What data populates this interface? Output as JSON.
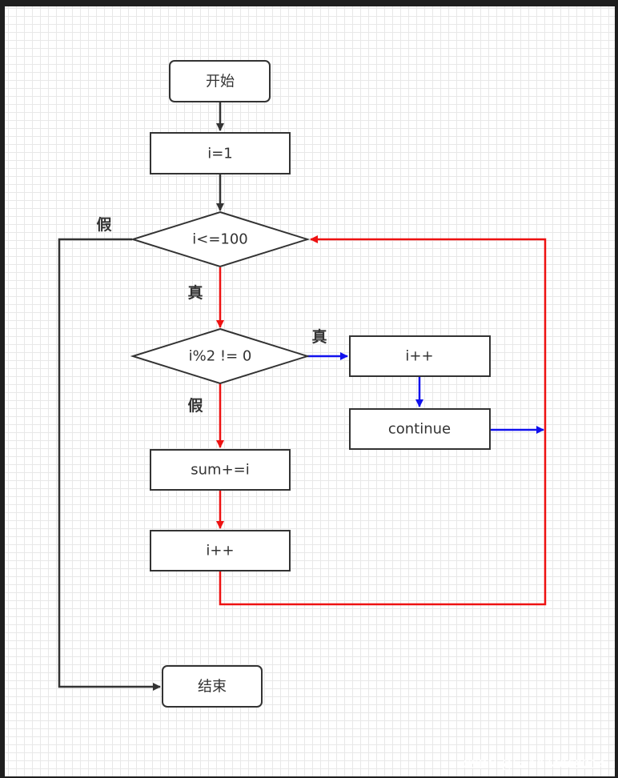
{
  "nodes": {
    "start": "开始",
    "init": "i=1",
    "cond_loop": "i<=100",
    "cond_odd": "i%2 != 0",
    "inc_odd": "i++",
    "continue": "continue",
    "sum": "sum+=i",
    "inc": "i++",
    "end": "结束"
  },
  "labels": {
    "loop_false": "假",
    "loop_true": "真",
    "odd_true": "真",
    "odd_false": "假"
  },
  "watermark": "CSDN @lsc1074069214",
  "colors": {
    "normal_flow": "#333333",
    "loop_flow": "#ee1111",
    "continue_flow": "#1111ee"
  }
}
